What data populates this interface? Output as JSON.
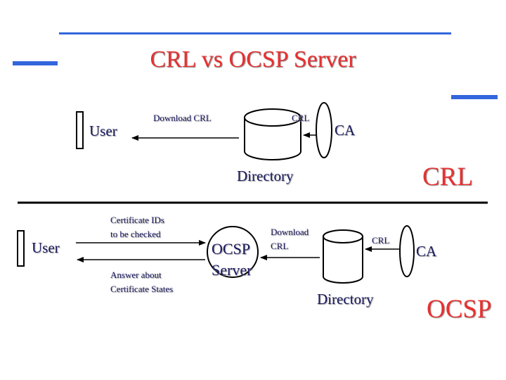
{
  "slide": {
    "title": "CRL vs OCSP Server",
    "accent_color": "#3366dd",
    "title_color": "#e83030",
    "text_color": "#1a1a60"
  },
  "crl_section": {
    "user_label": "User",
    "download_label": "Download CRL",
    "crl_arrow_label": "CRL",
    "ca_label": "CA",
    "directory_label": "Directory",
    "section_label": "CRL"
  },
  "ocsp_section": {
    "user_label": "User",
    "request_label": "Certificate IDs\nto be checked",
    "response_label": "Answer about\nCertificate States",
    "server_label": "OCSP\nServer",
    "download_label": "Download\nCRL",
    "crl_arrow_label": "CRL",
    "ca_label": "CA",
    "directory_label": "Directory",
    "section_label": "OCSP"
  }
}
